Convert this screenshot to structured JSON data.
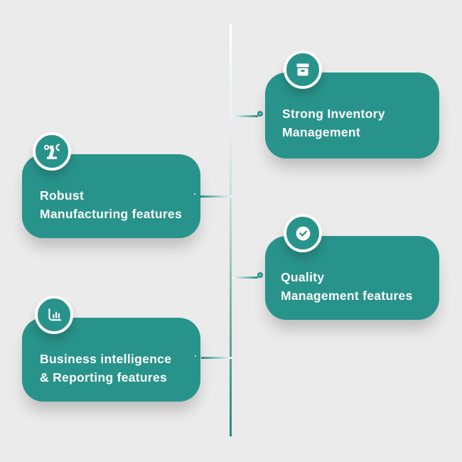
{
  "diagram_type": "vertical-timeline-infographic",
  "colors": {
    "background": "#EBEBEB",
    "accent": "#28938A",
    "card-text": "#FFFFFF",
    "node-fill": "#F2F3F2",
    "axis-top": "#FFFFFF",
    "axis-bottom": "#27897F"
  },
  "cards": [
    {
      "id": "strong-inventory-management",
      "side": "right",
      "icon": "archive-box-icon",
      "line1": "Strong Inventory",
      "line2": "Management"
    },
    {
      "id": "robust-manufacturing-features",
      "side": "left",
      "icon": "robot-arm-icon",
      "line1": "Robust",
      "line2": "Manufacturing features"
    },
    {
      "id": "quality-management-features",
      "side": "right",
      "icon": "check-circle-icon",
      "line1": "Quality",
      "line2": "Management features"
    },
    {
      "id": "business-intelligence-reporting",
      "side": "left",
      "icon": "bar-chart-icon",
      "line1": "Business intelligence",
      "line2": "& Reporting features"
    }
  ]
}
